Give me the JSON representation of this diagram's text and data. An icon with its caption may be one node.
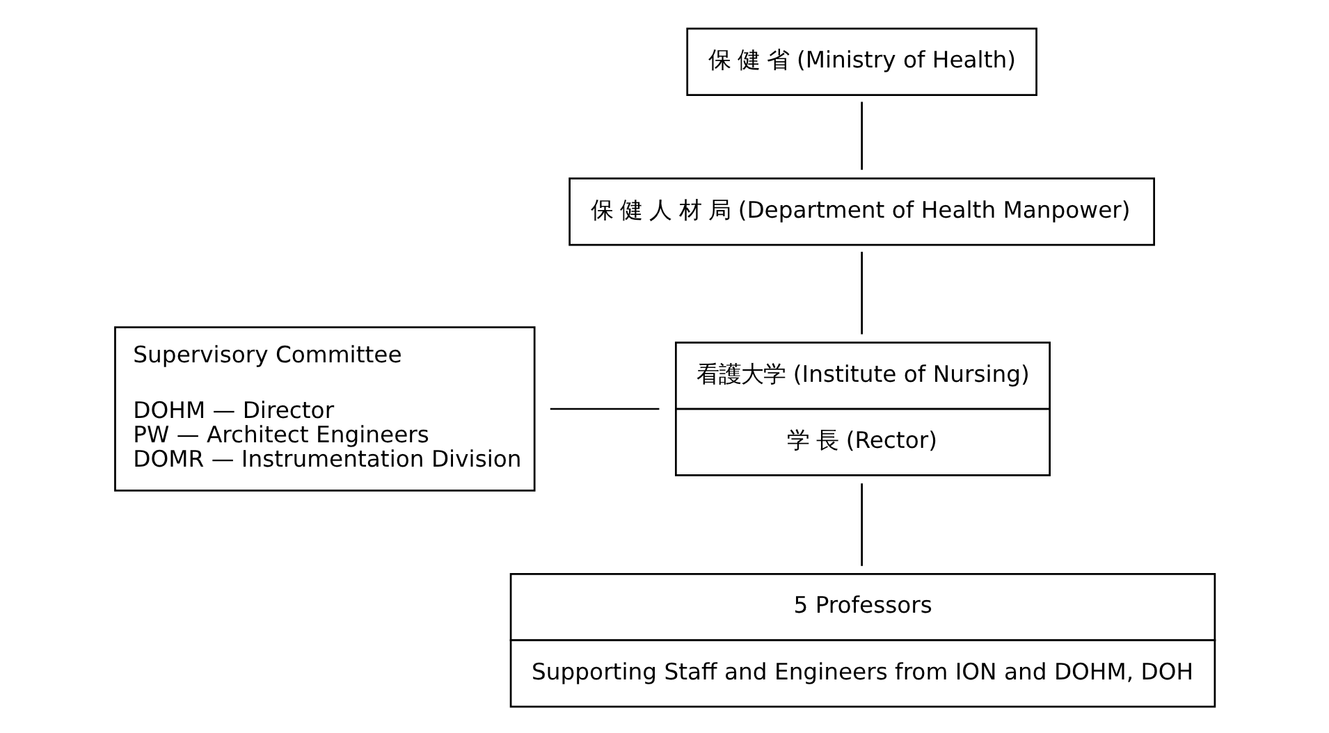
{
  "diagram": {
    "nodes": [
      {
        "text": [
          "保 健 省 (Ministry of Health)"
        ]
      },
      {
        "text": [
          "保 健 人 材 局 (Department of Health Manpower)"
        ]
      },
      {
        "text": [
          "看護大学 (Institute of Nursing)",
          "学 長 (Rector)"
        ]
      },
      {
        "text": [
          "Supervisory Committee",
          "DOHM — Director",
          "PW — Architect Engineers",
          "DOMR — Instrumentation Division"
        ]
      },
      {
        "text": [
          "5 Professors",
          "Supporting Staff and Engineers from ION and DOHM, DOH"
        ]
      }
    ],
    "edges": [
      {
        "from": 0,
        "to": 1,
        "arrow": "none"
      },
      {
        "from": 1,
        "to": 2,
        "arrow": "none"
      },
      {
        "from": 3,
        "to": 2,
        "arrow": "none"
      },
      {
        "from": 2,
        "to": 4,
        "arrow": "none"
      }
    ]
  }
}
